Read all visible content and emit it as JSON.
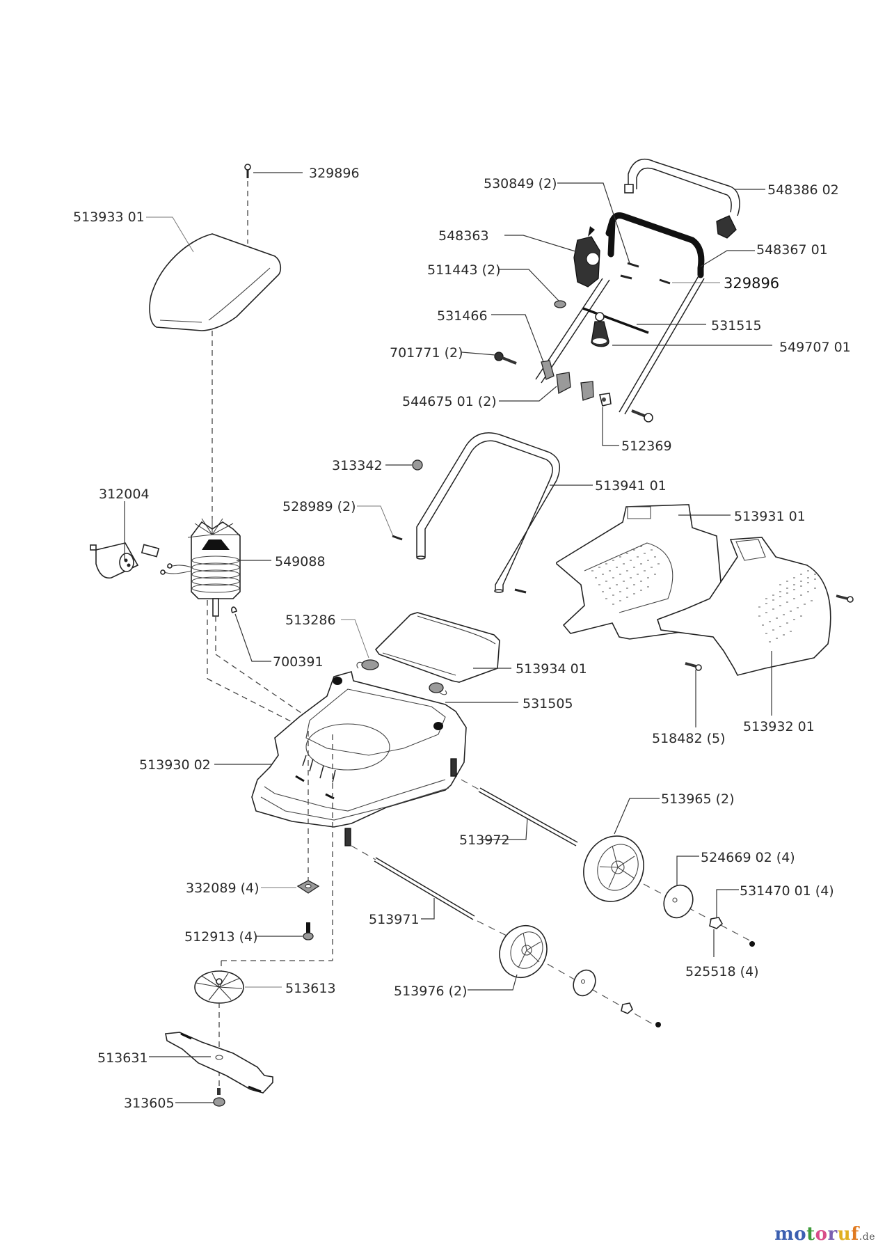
{
  "diagram": {
    "title": "Lawn mower exploded parts diagram",
    "parts": {
      "screw_top": "329896",
      "motor_cover": "513933 01",
      "upper_handle": "548386 02",
      "handle_screw_a": "530849 (2)",
      "switch_box": "548363",
      "handle_bar": "548367 01",
      "cable_clip_a": "511443 (2)",
      "handle_screw_b": "329896",
      "cable_clip_b": "531466",
      "cable": "531515",
      "cable_hook": "549707 01",
      "bolt": "701771 (2)",
      "clamp": "544675 01 (2)",
      "washer": "512369",
      "nut": "313342",
      "lower_handle": "513941 01",
      "handle_screw_c": "528989 (2)",
      "grass_bag_left": "513931 01",
      "capacitor": "312004",
      "motor": "549088",
      "spring_left": "513286",
      "pin": "700391",
      "flap": "513934 01",
      "spring_right": "531505",
      "bag_screw": "518482 (5)",
      "grass_bag_right": "513932 01",
      "deck": "513930 02",
      "wheel_rear": "513965 (2)",
      "axle_rear": "513972",
      "hub_cap": "524669 02 (4)",
      "wheel_nut": "531470 01 (4)",
      "washer_sq": "332089 (4)",
      "axle_front": "513971",
      "wheel_bolt": "525518 (4)",
      "motor_screw": "512913 (4)",
      "fan": "513613",
      "wheel_front": "513976 (2)",
      "blade": "513631",
      "blade_bolt": "313605"
    }
  },
  "watermark": {
    "letters": [
      "m",
      "o",
      "t",
      "o",
      "r",
      "u",
      "f"
    ],
    "colors": [
      "#3b5fb0",
      "#3b5fb0",
      "#3e9b3a",
      "#d94d8a",
      "#7a5fb0",
      "#e0b020",
      "#e07a20"
    ],
    "suffix": ".de"
  }
}
